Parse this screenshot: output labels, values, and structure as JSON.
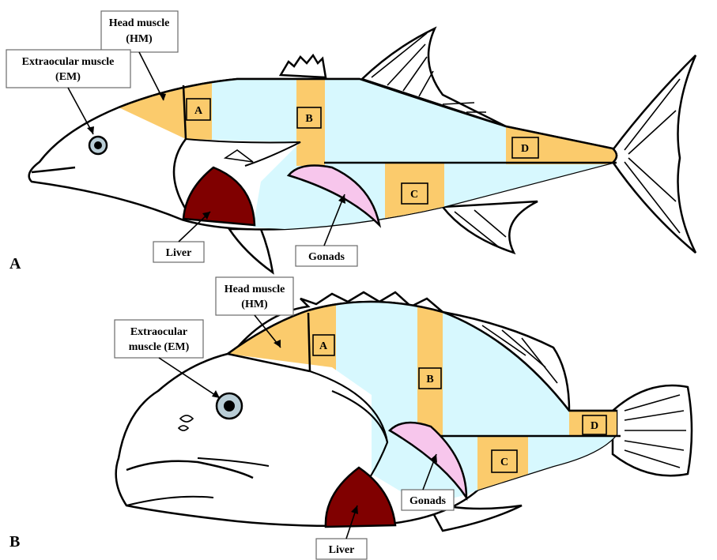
{
  "panel_a": {
    "panel_label": "A",
    "labels": {
      "head_muscle_line1": "Head muscle",
      "head_muscle_line2": "(HM)",
      "extraocular_line1": "Extraocular muscle",
      "extraocular_line2": "(EM)",
      "liver": "Liver",
      "gonads": "Gonads"
    },
    "segments": {
      "a": "A",
      "b": "B",
      "c": "C",
      "d": "D"
    }
  },
  "panel_b": {
    "panel_label": "B",
    "labels": {
      "head_muscle_line1": "Head muscle",
      "head_muscle_line2": "(HM)",
      "extraocular_line1": "Extraocular",
      "extraocular_line2": "muscle (EM)",
      "liver": "Liver",
      "gonads": "Gonads"
    },
    "segments": {
      "a": "A",
      "b": "B",
      "c": "C",
      "d": "D"
    }
  },
  "colors": {
    "muscle_sample": "#FBCB6C",
    "body_muscle": "#D7F8FE",
    "liver": "#800000",
    "gonads": "#F7C6EC"
  }
}
